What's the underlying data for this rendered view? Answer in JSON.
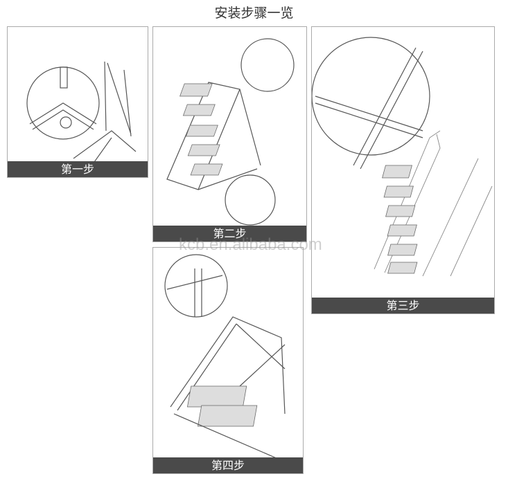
{
  "title": "安装步骤一览",
  "watermark": "kcb.en.alibaba.com",
  "steps": [
    {
      "label": "第一步"
    },
    {
      "label": "第二步"
    },
    {
      "label": "第三步"
    },
    {
      "label": "第四步"
    }
  ]
}
